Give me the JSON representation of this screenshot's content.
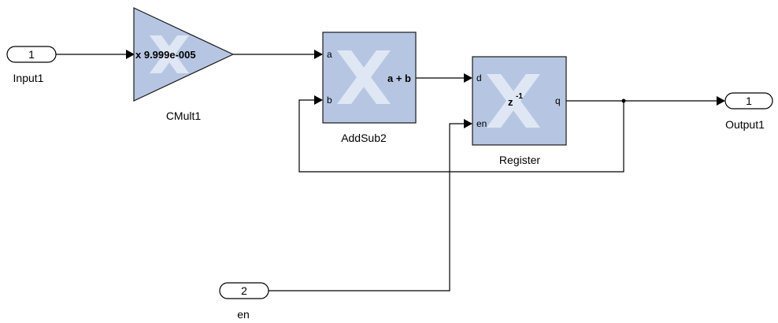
{
  "diagram": {
    "inports": [
      {
        "id": "input1",
        "number": "1",
        "label": "Input1"
      },
      {
        "id": "en",
        "number": "2",
        "label": "en"
      }
    ],
    "outports": [
      {
        "id": "output1",
        "number": "1",
        "label": "Output1"
      }
    ],
    "blocks": {
      "cmult": {
        "label": "CMult1",
        "function_text": "x 9.999e-005"
      },
      "addsub": {
        "label": "AddSub2",
        "function_text": "a + b",
        "ports": {
          "a": "a",
          "b": "b"
        }
      },
      "register": {
        "label": "Register",
        "function_base": "z",
        "function_exp": "-1",
        "ports": {
          "d": "d",
          "en": "en",
          "q": "q"
        }
      }
    },
    "connections": [
      {
        "from": "Input1",
        "to": "CMult1"
      },
      {
        "from": "CMult1",
        "to": "AddSub2.a"
      },
      {
        "from": "AddSub2",
        "to": "Register.d"
      },
      {
        "from": "Register.q",
        "to": "Output1"
      },
      {
        "from": "Register.q",
        "to": "AddSub2.b"
      },
      {
        "from": "en",
        "to": "Register.en"
      }
    ],
    "colors": {
      "block_fill": "#b6c6e2",
      "logo": "#e4ebf6",
      "wire": "#000000"
    }
  }
}
